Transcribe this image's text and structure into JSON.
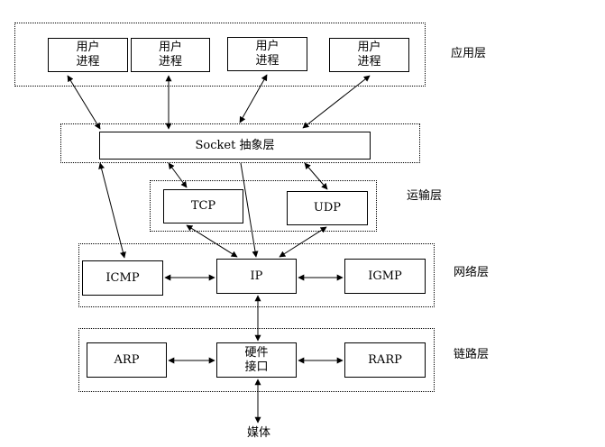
{
  "layers": {
    "application": "应用层",
    "transport": "运输层",
    "network": "网络层",
    "link": "链路层"
  },
  "nodes": {
    "user_process_1": [
      "用户",
      "进程"
    ],
    "user_process_2": [
      "用户",
      "进程"
    ],
    "user_process_3": [
      "用户",
      "进程"
    ],
    "user_process_4": [
      "用户",
      "进程"
    ],
    "socket": "Socket 抽象层",
    "tcp": "TCP",
    "udp": "UDP",
    "icmp": "ICMP",
    "ip": "IP",
    "igmp": "IGMP",
    "arp": "ARP",
    "hw": [
      "硬件",
      "接口"
    ],
    "rarp": "RARP",
    "media": "媒体"
  }
}
